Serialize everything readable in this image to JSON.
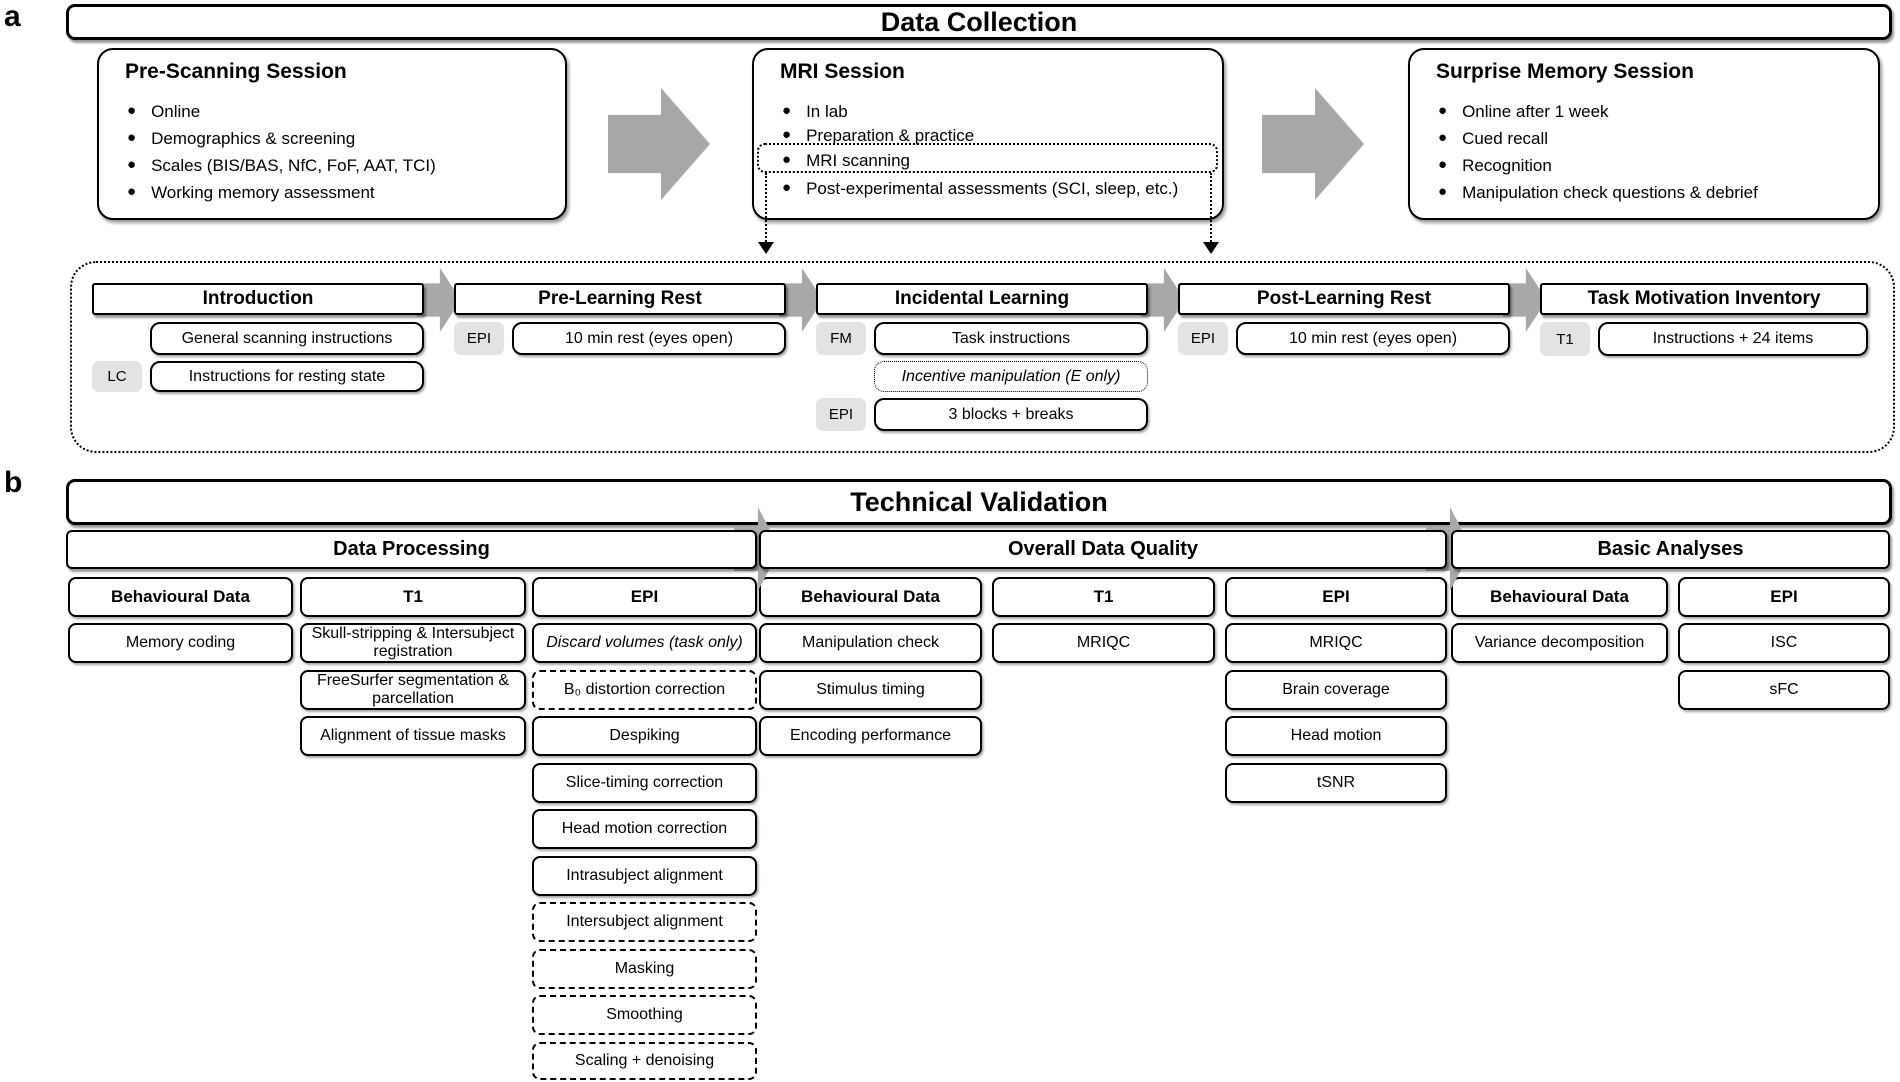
{
  "colors": {
    "arrow_gray": "#a8a8a8",
    "tag_bg": "#e3e3e3",
    "line_black": "#000000"
  },
  "panel_a": {
    "label": "a",
    "title": "Data Collection",
    "sessions": [
      {
        "title": "Pre-Scanning Session",
        "bullets": [
          "Online",
          "Demographics & screening",
          "Scales (BIS/BAS, NfC, FoF, AAT, TCI)",
          "Working memory assessment"
        ]
      },
      {
        "title": "MRI Session",
        "bullets": [
          "In lab",
          "Preparation & practice",
          "MRI scanning",
          "Post-experimental assessments (SCI, sleep, etc.)"
        ]
      },
      {
        "title": "Surprise Memory Session",
        "bullets": [
          "Online after 1 week",
          "Cued recall",
          "Recognition",
          "Manipulation check questions & debrief"
        ]
      }
    ],
    "runs": {
      "introduction": {
        "title": "Introduction",
        "rows": [
          {
            "label": "General scanning instructions"
          },
          {
            "tag": "LC",
            "label": "Instructions for resting state"
          }
        ]
      },
      "pre_rest": {
        "title": "Pre-Learning Rest",
        "rows": [
          {
            "tag": "EPI",
            "label": "10 min rest (eyes open)"
          }
        ]
      },
      "learning": {
        "title": "Incidental Learning",
        "rows": [
          {
            "tag": "FM",
            "label": "Task instructions"
          },
          {
            "label": "Incentive manipulation (E only)"
          },
          {
            "tag": "EPI",
            "label": "3 blocks + breaks"
          }
        ]
      },
      "post_rest": {
        "title": "Post-Learning Rest",
        "rows": [
          {
            "tag": "EPI",
            "label": "10 min rest (eyes open)"
          }
        ]
      },
      "tmi": {
        "title": "Task Motivation Inventory",
        "rows": [
          {
            "tag": "T1",
            "label": "Instructions + 24 items"
          }
        ]
      }
    }
  },
  "panel_b": {
    "label": "b",
    "title": "Technical Validation",
    "sections": [
      {
        "title": "Data Processing",
        "columns": [
          {
            "header": "Behavioural Data",
            "cells": [
              "Memory coding"
            ]
          },
          {
            "header": "T1",
            "cells": [
              "Skull-stripping & Intersubject registration",
              "FreeSurfer segmentation & parcellation",
              "Alignment of tissue masks"
            ]
          },
          {
            "header": "EPI",
            "cells": [
              "Discard volumes (task only)",
              "B₀ distortion correction",
              "Despiking",
              "Slice-timing correction",
              "Head motion correction",
              "Intrasubject alignment",
              "Intersubject alignment",
              "Masking",
              "Smoothing",
              "Scaling + denoising"
            ]
          }
        ]
      },
      {
        "title": "Overall Data Quality",
        "columns": [
          {
            "header": "Behavioural Data",
            "cells": [
              "Manipulation check",
              "Stimulus timing",
              "Encoding performance"
            ]
          },
          {
            "header": "T1",
            "cells": [
              "MRIQC"
            ]
          },
          {
            "header": "EPI",
            "cells": [
              "MRIQC",
              "Brain coverage",
              "Head motion",
              "tSNR"
            ]
          }
        ]
      },
      {
        "title": "Basic Analyses",
        "columns": [
          {
            "header": "Behavioural Data",
            "cells": [
              "Variance decomposition"
            ]
          },
          {
            "header": "EPI",
            "cells": [
              "ISC",
              "sFC"
            ]
          }
        ]
      }
    ]
  }
}
